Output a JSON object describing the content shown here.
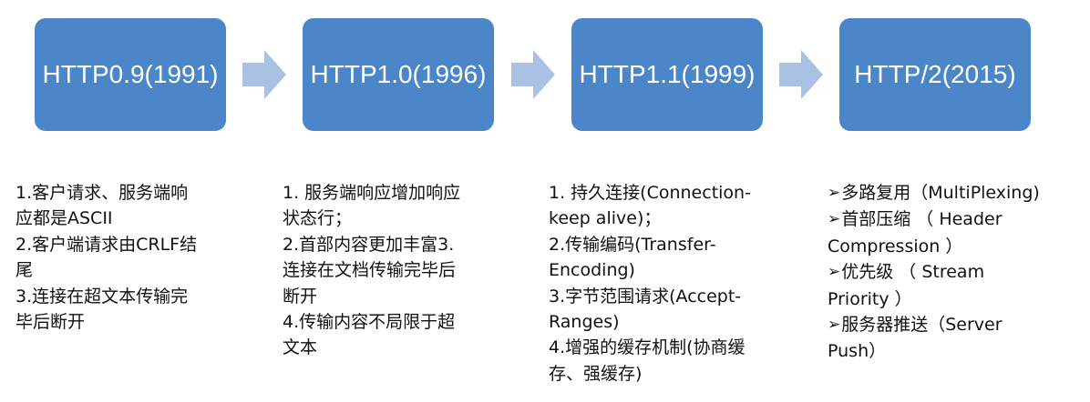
{
  "colors": {
    "box_fill": "#4a86c8",
    "box_text": "#ffffff",
    "arrow_fill": "#a9c1e3",
    "body_text": "#111111"
  },
  "stages": [
    {
      "title": "HTTP0.9(1991)",
      "items": [
        "1.客户请求、服务端响\n应都是ASCII",
        "2.客户端请求由CRLF结\n尾",
        "3.连接在超文本传输完\n毕后断开"
      ]
    },
    {
      "title": "HTTP1.0(1996)",
      "items": [
        "1. 服务端响应增加响应\n状态行；",
        "2.首部内容更加丰富3.\n连接在文档传输完毕后\n断开",
        "4.传输内容不局限于超\n文本"
      ]
    },
    {
      "title": "HTTP1.1(1999)",
      "items": [
        "1. 持久连接(Connection-\nkeep alive)；",
        "2.传输编码(Transfer-\nEncoding)",
        "3.字节范围请求(Accept-\nRanges)",
        "4.增强的缓存机制(协商缓\n存、强缓存)"
      ]
    },
    {
      "title": "HTTP/2(2015)",
      "items": [
        "多路复用（MultiPlexing)",
        "首部压缩 （ Header\nCompression ）",
        "优先级 （ Stream\nPriority ）",
        "服务器推送（Server\nPush）"
      ]
    }
  ],
  "arrows": [
    "right-arrow",
    "right-arrow",
    "right-arrow"
  ]
}
